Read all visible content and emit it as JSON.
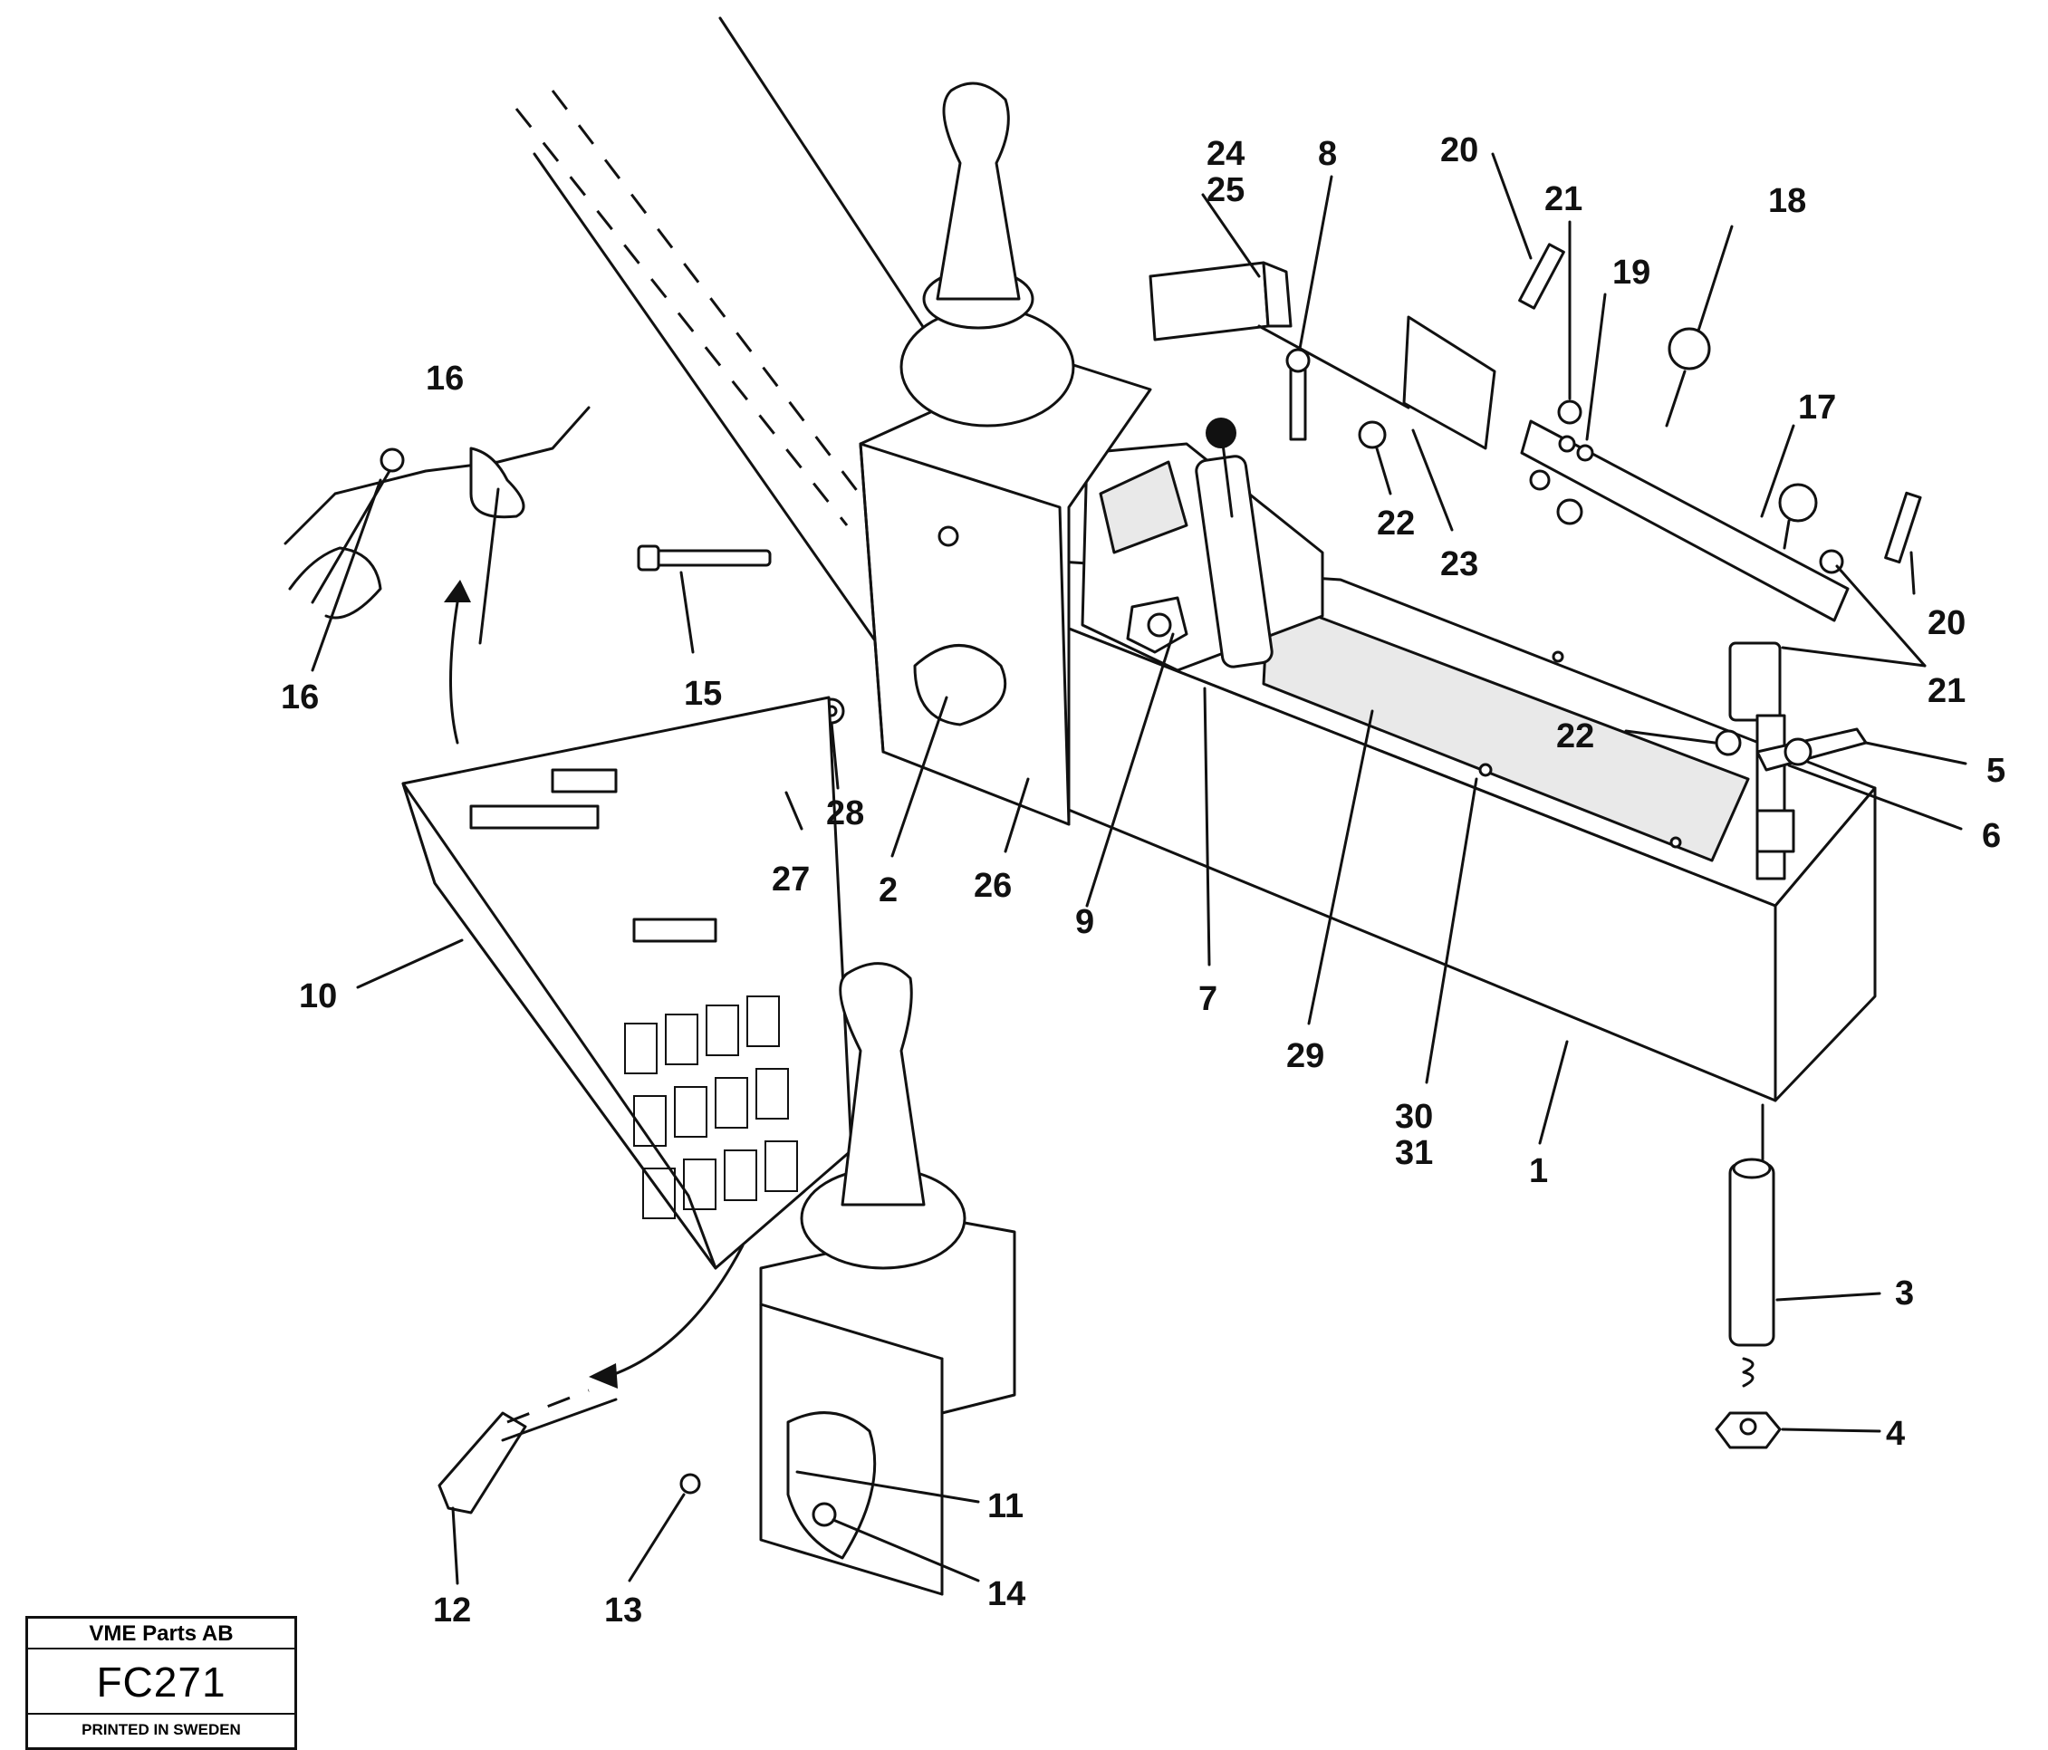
{
  "callouts": [
    {
      "id": "c24",
      "label": "24"
    },
    {
      "id": "c25",
      "label": "25"
    },
    {
      "id": "c8",
      "label": "8"
    },
    {
      "id": "c20a",
      "label": "20"
    },
    {
      "id": "c21a",
      "label": "21"
    },
    {
      "id": "c18",
      "label": "18"
    },
    {
      "id": "c19",
      "label": "19"
    },
    {
      "id": "c17",
      "label": "17"
    },
    {
      "id": "c22a",
      "label": "22"
    },
    {
      "id": "c23",
      "label": "23"
    },
    {
      "id": "c20b",
      "label": "20"
    },
    {
      "id": "c21b",
      "label": "21"
    },
    {
      "id": "c22b",
      "label": "22"
    },
    {
      "id": "c5",
      "label": "5"
    },
    {
      "id": "c6",
      "label": "6"
    },
    {
      "id": "c16a",
      "label": "16"
    },
    {
      "id": "c16b",
      "label": "16"
    },
    {
      "id": "c15",
      "label": "15"
    },
    {
      "id": "c28",
      "label": "28"
    },
    {
      "id": "c27",
      "label": "27"
    },
    {
      "id": "c2",
      "label": "2"
    },
    {
      "id": "c26",
      "label": "26"
    },
    {
      "id": "c9",
      "label": "9"
    },
    {
      "id": "c7",
      "label": "7"
    },
    {
      "id": "c29",
      "label": "29"
    },
    {
      "id": "c30",
      "label": "30"
    },
    {
      "id": "c31",
      "label": "31"
    },
    {
      "id": "c1",
      "label": "1"
    },
    {
      "id": "c10",
      "label": "10"
    },
    {
      "id": "c3",
      "label": "3"
    },
    {
      "id": "c4",
      "label": "4"
    },
    {
      "id": "c11",
      "label": "11"
    },
    {
      "id": "c14",
      "label": "14"
    },
    {
      "id": "c12",
      "label": "12"
    },
    {
      "id": "c13",
      "label": "13"
    }
  ],
  "title_block": {
    "company": "VME Parts AB",
    "code": "FC271",
    "printed": "PRINTED IN SWEDEN"
  }
}
